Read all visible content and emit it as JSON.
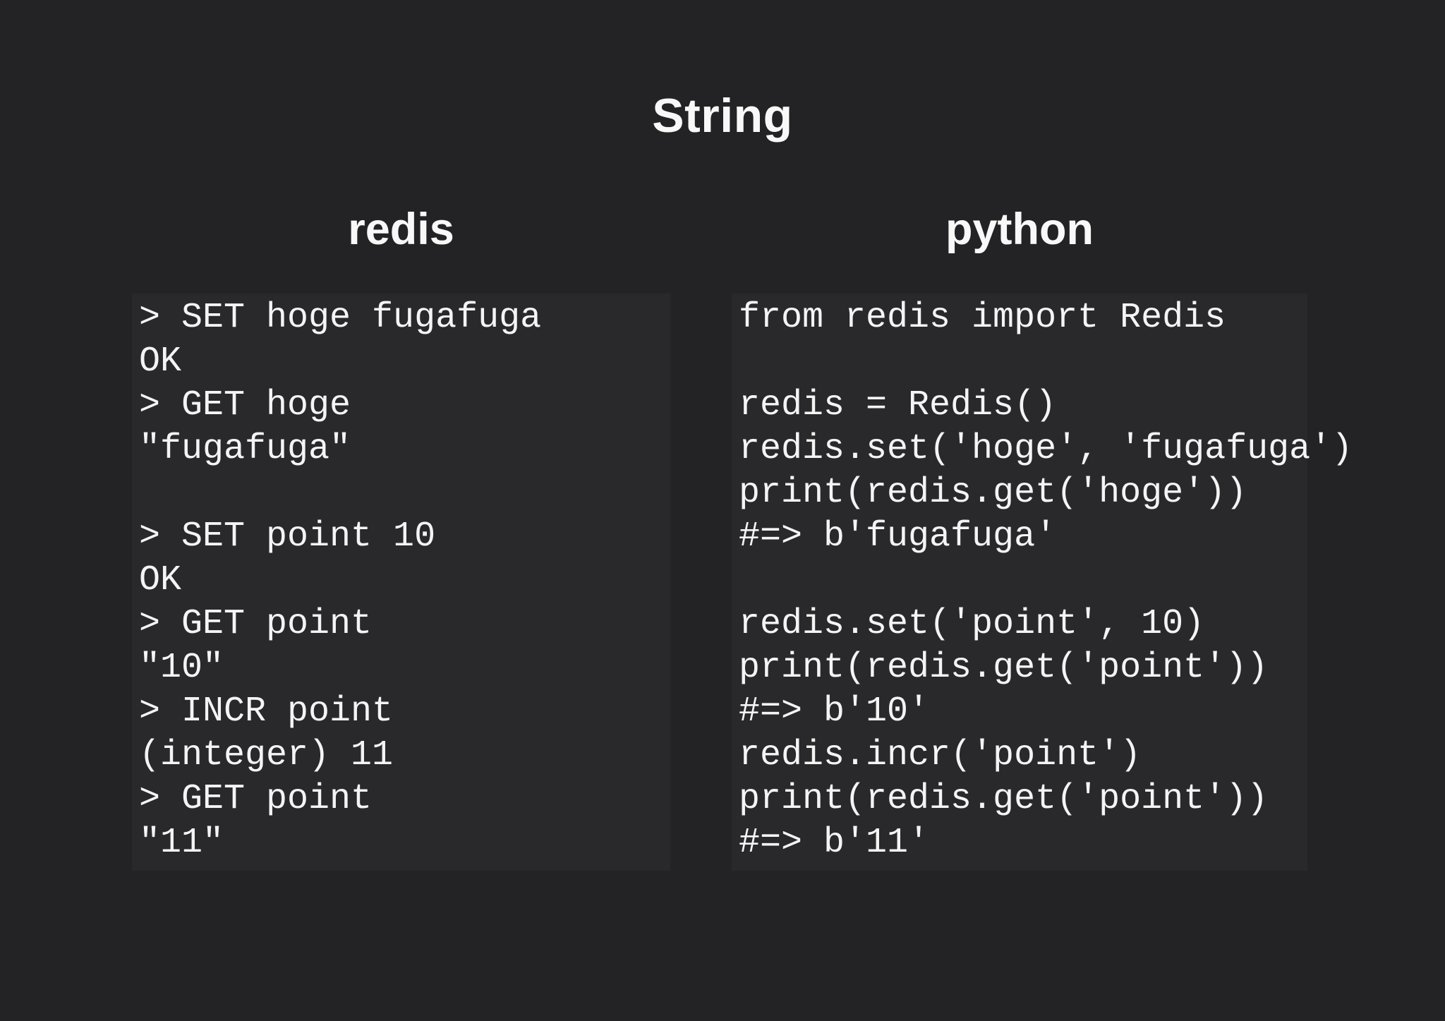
{
  "title": "String",
  "columns": [
    {
      "header": "redis",
      "code": "> SET hoge fugafuga\nOK\n> GET hoge\n\"fugafuga\"\n\n> SET point 10\nOK\n> GET point\n\"10\"\n> INCR point\n(integer) 11\n> GET point\n\"11\""
    },
    {
      "header": "python",
      "code": "from redis import Redis\n\nredis = Redis()\nredis.set('hoge', 'fugafuga')\nprint(redis.get('hoge'))\n#=> b'fugafuga'\n\nredis.set('point', 10)\nprint(redis.get('point'))\n#=> b'10'\nredis.incr('point')\nprint(redis.get('point'))\n#=> b'11'"
    }
  ],
  "colors": {
    "page_background": "#232325",
    "code_block_background": "#29292c",
    "text": "#f6f6f6"
  }
}
